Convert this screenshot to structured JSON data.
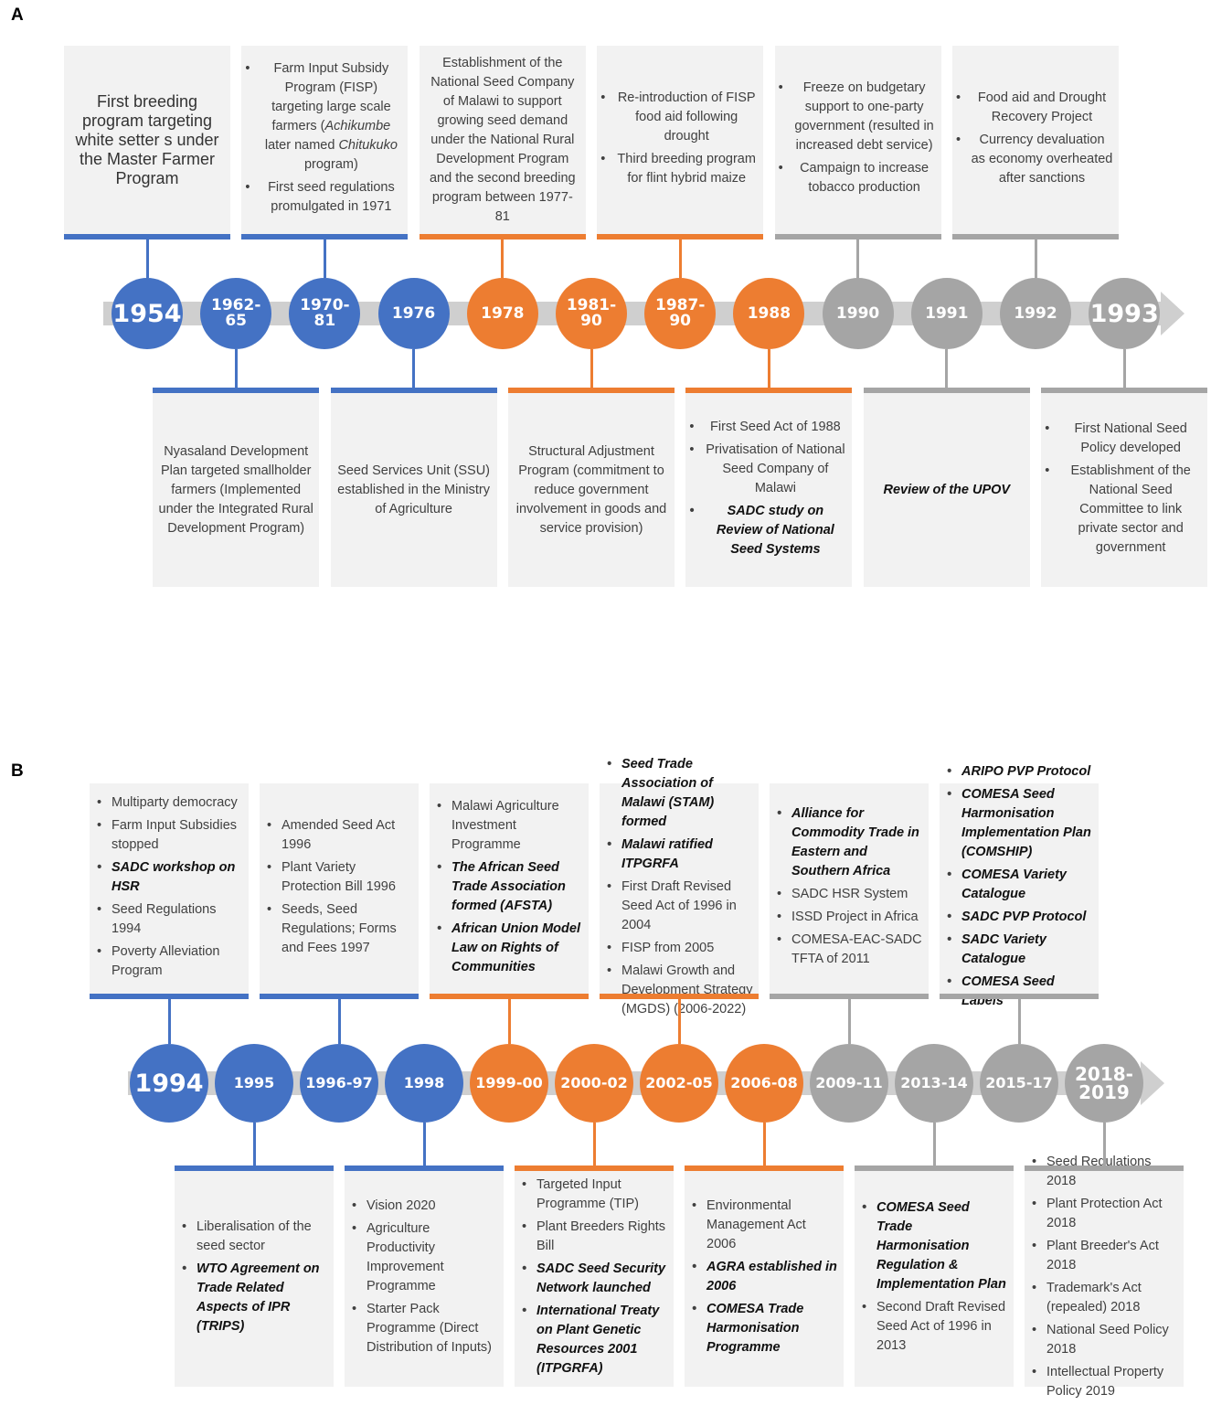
{
  "colors": {
    "blue": "#4472c4",
    "orange": "#ed7d31",
    "gray": "#a5a5a5",
    "box": "#f2f2f2",
    "arrow": "#cfcfcf"
  },
  "panel_a": {
    "label": "A",
    "years": [
      "1954",
      "1962-65",
      "1970-81",
      "1976",
      "1978",
      "1981-90",
      "1987-90",
      "1988",
      "1990",
      "1991",
      "1992",
      "1993"
    ],
    "top_boxes": [
      {
        "text": "First breeding program targeting white setter s under the Master Farmer Program"
      },
      {
        "items": [
          "Farm Input Subsidy Program (FISP) targeting large scale farmers (Achikumbe later named Chitukuko program)",
          "First seed regulations promulgated in 1971"
        ]
      },
      {
        "text": "Establishment of the National Seed Company of Malawi to support growing seed demand under the National Rural Development Program and the second breeding program between 1977-81"
      },
      {
        "items": [
          "Re-introduction of FISP food aid following drought",
          "Third breeding program for flint hybrid maize"
        ]
      },
      {
        "items": [
          "Freeze on budgetary support to one-party government (resulted in increased debt service)",
          "Campaign to increase tobacco production"
        ]
      },
      {
        "items": [
          "Food aid and Drought Recovery Project",
          "Currency devaluation as economy overheated after sanctions"
        ]
      }
    ],
    "bottom_boxes": [
      {
        "text": "Nyasaland Development Plan targeted smallholder farmers (Implemented under the Integrated Rural Development Program)"
      },
      {
        "text": "Seed Services Unit (SSU) established in the Ministry of Agriculture"
      },
      {
        "text": "Structural Adjustment Program (commitment to reduce government involvement in goods and service provision)"
      },
      {
        "items": [
          "First Seed Act of 1988",
          "Privatisation of National Seed Company of Malawi",
          "SADC study on Review of National Seed Systems"
        ]
      },
      {
        "text": "Review of the UPOV"
      },
      {
        "items": [
          "First National Seed Policy developed",
          "Establishment of the National Seed Committee to link private sector and government"
        ]
      }
    ]
  },
  "panel_b": {
    "label": "B",
    "years": [
      "1994",
      "1995",
      "1996-97",
      "1998",
      "1999-00",
      "2000-02",
      "2002-05",
      "2006-08",
      "2009-11",
      "2013-14",
      "2015-17",
      "2018-2019"
    ],
    "top_boxes": [
      {
        "items": [
          "Multiparty democracy",
          "Farm Input Subsidies stopped",
          "SADC workshop on HSR",
          "Seed Regulations 1994",
          "Poverty Alleviation Program"
        ]
      },
      {
        "items": [
          "Amended Seed Act 1996",
          "Plant Variety Protection Bill 1996",
          "Seeds, Seed Regulations; Forms and Fees 1997"
        ]
      },
      {
        "items": [
          "Malawi Agriculture Investment Programme",
          "The African Seed Trade Association formed (AFSTA)",
          "African Union Model Law on Rights of Communities"
        ]
      },
      {
        "items": [
          "Seed Trade Association of Malawi (STAM) formed",
          "Malawi ratified ITPGRFA",
          "First Draft Revised Seed Act of 1996 in 2004",
          "FISP from 2005",
          "Malawi Growth and Development Strategy (MGDS) (2006-2022)"
        ]
      },
      {
        "items": [
          "Alliance for Commodity Trade in Eastern and Southern Africa",
          "SADC HSR System",
          "ISSD Project in Africa",
          "COMESA-EAC-SADC TFTA of 2011"
        ]
      },
      {
        "items": [
          "ARIPO PVP Protocol",
          "COMESA Seed Harmonisation Implementation Plan (COMSHIP)",
          "COMESA Variety Catalogue",
          "SADC PVP Protocol",
          "SADC Variety Catalogue",
          "COMESA Seed Labels"
        ]
      }
    ],
    "bottom_boxes": [
      {
        "items": [
          "Liberalisation of the seed sector",
          "WTO Agreement on Trade Related Aspects of IPR (TRIPS)"
        ]
      },
      {
        "items": [
          "Vision 2020",
          "Agriculture Productivity Improvement Programme",
          "Starter Pack Programme (Direct Distribution of Inputs)"
        ]
      },
      {
        "items": [
          "Targeted Input Programme (TIP)",
          "Plant Breeders Rights Bill",
          "SADC Seed Security Network launched",
          "International Treaty on Plant Genetic Resources 2001 (ITPGRFA)"
        ]
      },
      {
        "items": [
          "Environmental Management Act 2006",
          "AGRA established in 2006",
          "COMESA Trade Harmonisation Programme"
        ]
      },
      {
        "items": [
          "COMESA Seed Trade Harmonisation Regulation & Implementation Plan",
          "Second Draft Revised Seed Act of 1996 in 2013"
        ]
      },
      {
        "items": [
          "Seed Regulations 2018",
          "Plant Protection Act 2018",
          "Plant Breeder's Act 2018",
          "Trademark's Act (repealed) 2018",
          "National Seed Policy 2018",
          "Intellectual Property Policy 2019"
        ]
      }
    ]
  }
}
